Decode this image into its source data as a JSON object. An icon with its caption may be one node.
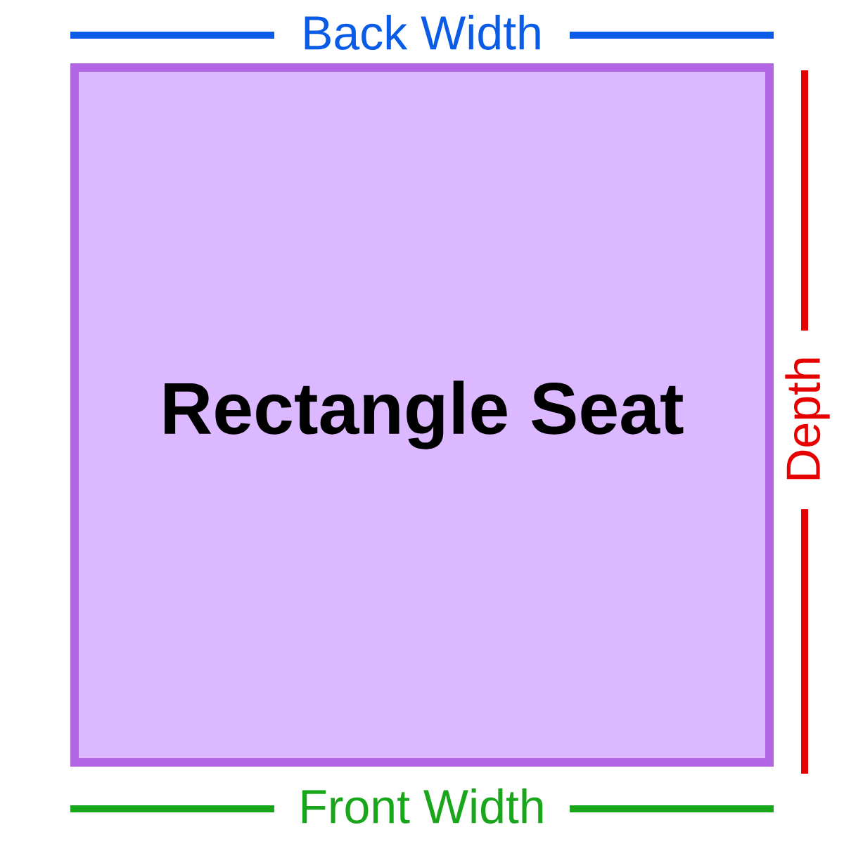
{
  "diagram": {
    "nodes": [
      {
        "text": [
          "Rectangle Seat"
        ]
      }
    ],
    "labels": [
      "Back Width",
      "Depth",
      "Front Width"
    ]
  }
}
